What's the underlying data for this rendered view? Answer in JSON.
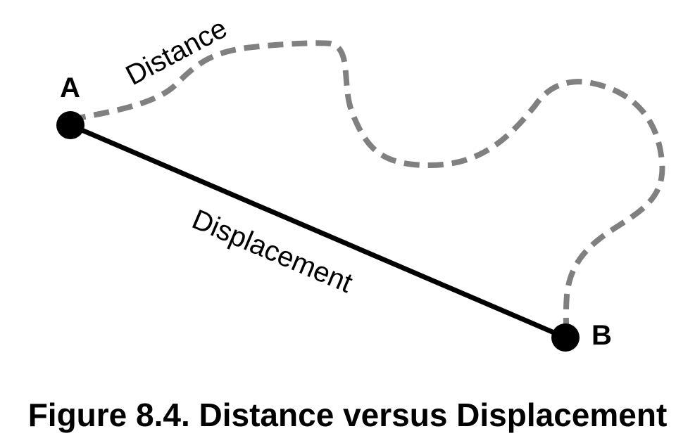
{
  "diagram": {
    "point_a_label": "A",
    "point_b_label": "B",
    "distance_label": "Distance",
    "displacement_label": "Displacement"
  },
  "caption": {
    "text": "Figure 8.4. Distance versus Displacement"
  },
  "colors": {
    "displacement_line": "#000000",
    "distance_path": "#808080",
    "points": "#000000",
    "background": "#ffffff"
  }
}
